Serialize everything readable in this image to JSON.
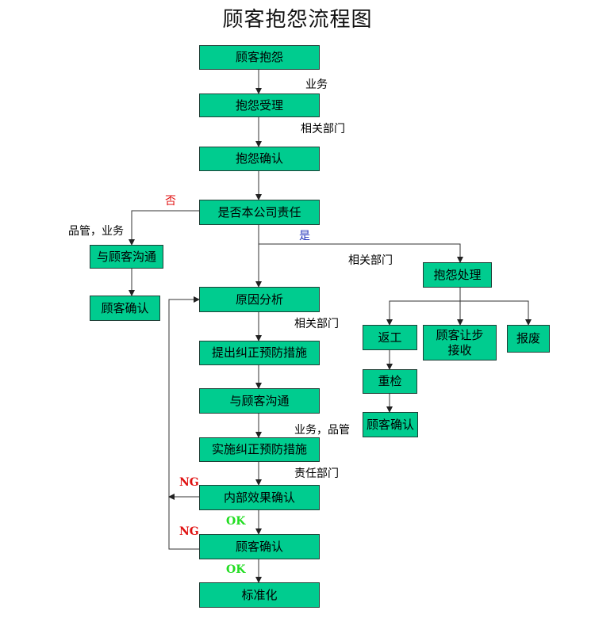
{
  "title": "顾客抱怨流程图",
  "nodes": {
    "complaint": "顾客抱怨",
    "accept": "抱怨受理",
    "confirm": "抱怨确认",
    "responsibility": "是否本公司责任",
    "communicate_left": "与顾客沟通",
    "customer_confirm_left": "顾客确认",
    "cause_analysis": "原因分析",
    "corrective_plan": "提出纠正预防措施",
    "communicate_main": "与顾客沟通",
    "implement": "实施纠正预防措施",
    "internal_check": "内部效果确认",
    "customer_confirm_main": "顾客确认",
    "standardize": "标准化",
    "handling": "抱怨处理",
    "rework": "返工",
    "concession": "顾客让步接收",
    "scrap": "报废",
    "reinspect": "重检",
    "customer_confirm_right": "顾客确认"
  },
  "labels": {
    "business": "业务",
    "related_dept_1": "相关部门",
    "no": "否",
    "qc_business": "品管，业务",
    "yes": "是",
    "related_dept_2": "相关部门",
    "related_dept_3": "相关部门",
    "business_qc": "业务，品管",
    "resp_dept": "责任部门",
    "ng_1": "NG",
    "ok_1": "OK",
    "ng_2": "NG",
    "ok_2": "OK"
  }
}
